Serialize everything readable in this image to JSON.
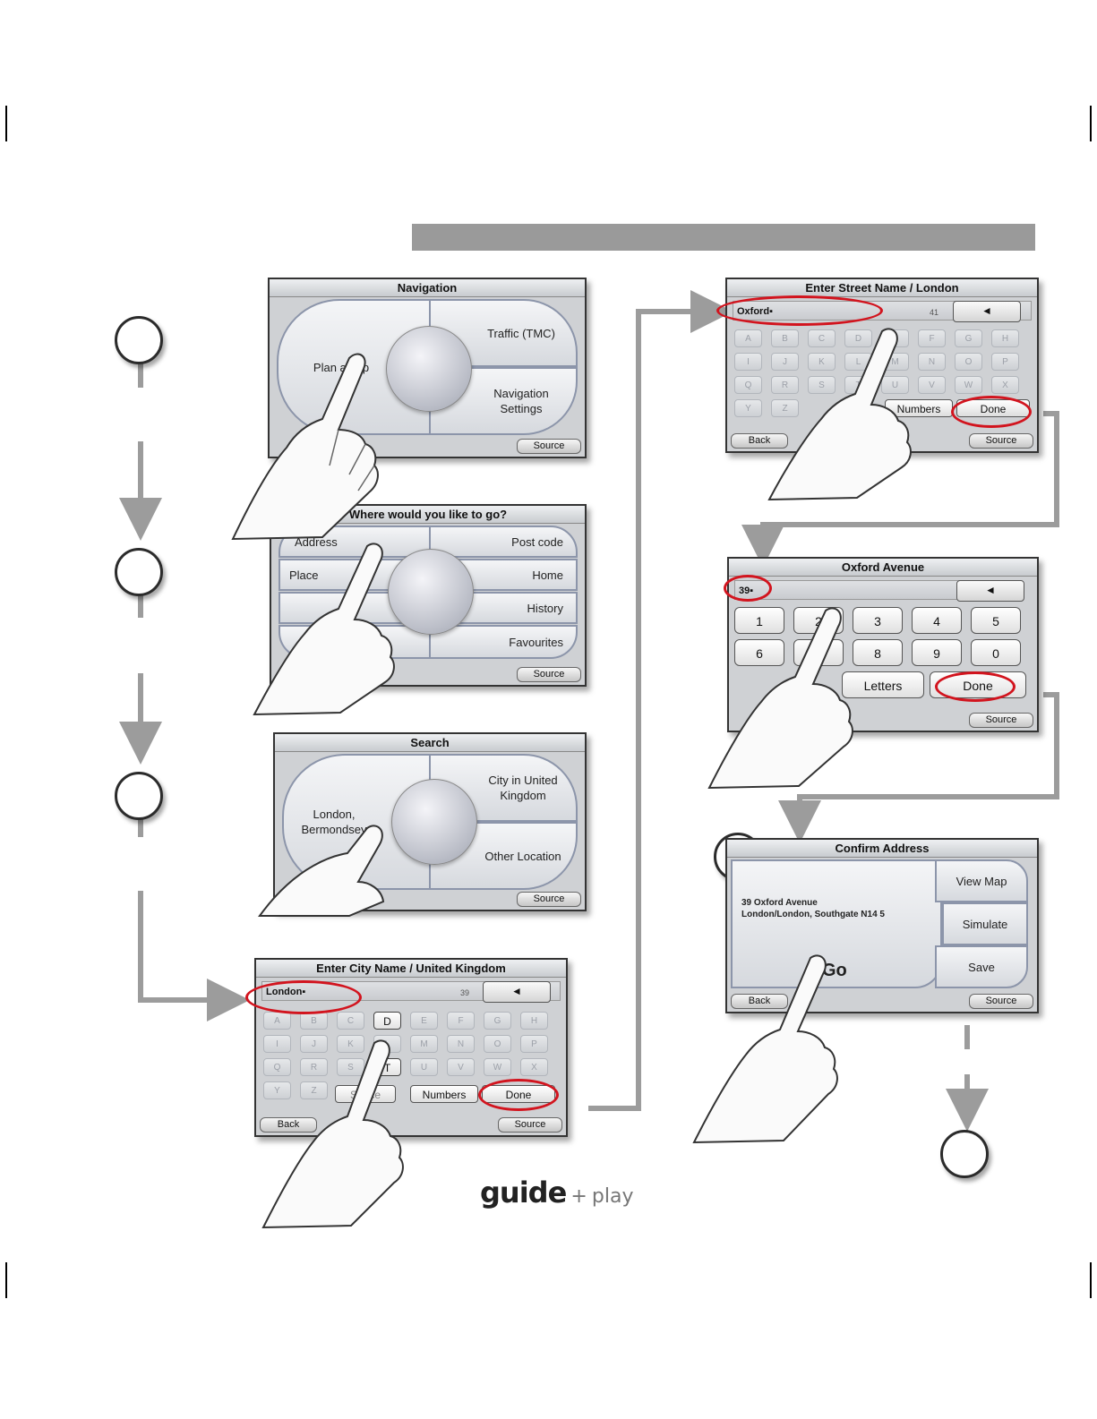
{
  "screens": {
    "navigation": {
      "title": "Navigation",
      "plan_trip": "Plan a Trip",
      "traffic": "Traffic (TMC)",
      "nav_settings": "Navigation Settings",
      "source": "Source"
    },
    "where": {
      "title": "Where would you like to go?",
      "address": "Address",
      "postcode": "Post code",
      "place": "Place",
      "home": "Home",
      "history": "History",
      "favourites": "Favourites",
      "source": "Source"
    },
    "search": {
      "title": "Search",
      "london": "London, Bermondsey",
      "city": "City in United Kingdom",
      "other": "Other Location",
      "source": "Source"
    },
    "city_entry": {
      "title": "Enter City Name / United Kingdom",
      "value": "London",
      "count": "39",
      "backspace": "◄",
      "keys": [
        "A",
        "B",
        "C",
        "D",
        "E",
        "F",
        "G",
        "H",
        "I",
        "J",
        "K",
        "L",
        "M",
        "N",
        "O",
        "P",
        "Q",
        "R",
        "S",
        "T",
        "U",
        "V",
        "W",
        "X",
        "Y",
        "Z"
      ],
      "space": "Space",
      "numbers": "Numbers",
      "done": "Done",
      "back": "Back",
      "source": "Source"
    },
    "street_entry": {
      "title": "Enter Street Name / London",
      "value": "Oxford",
      "count": "41",
      "backspace": "◄",
      "keys": [
        "A",
        "B",
        "C",
        "D",
        "E",
        "F",
        "G",
        "H",
        "I",
        "J",
        "K",
        "L",
        "M",
        "N",
        "O",
        "P",
        "Q",
        "R",
        "S",
        "T",
        "U",
        "V",
        "W",
        "X",
        "Y",
        "Z"
      ],
      "numbers": "Numbers",
      "done": "Done",
      "back": "Back",
      "source": "Source"
    },
    "number_entry": {
      "title": "Oxford Avenue",
      "value": "39",
      "backspace": "◄",
      "digits": [
        "1",
        "2",
        "3",
        "4",
        "5",
        "6",
        "7",
        "8",
        "9",
        "0"
      ],
      "letters": "Letters",
      "done": "Done",
      "source": "Source"
    },
    "confirm": {
      "title": "Confirm Address",
      "address_line1": "39 Oxford Avenue",
      "address_line2": "London/London, Southgate N14 5",
      "go": "Go",
      "view_map": "View Map",
      "simulate": "Simulate",
      "save": "Save",
      "back": "Back",
      "source": "Source"
    }
  },
  "logo": {
    "main": "guide",
    "plus": "+",
    "sub": "play"
  },
  "colors": {
    "highlight_ring": "#d2141e",
    "connector": "#9c9c9c",
    "header_bar": "#9a9a9a"
  }
}
